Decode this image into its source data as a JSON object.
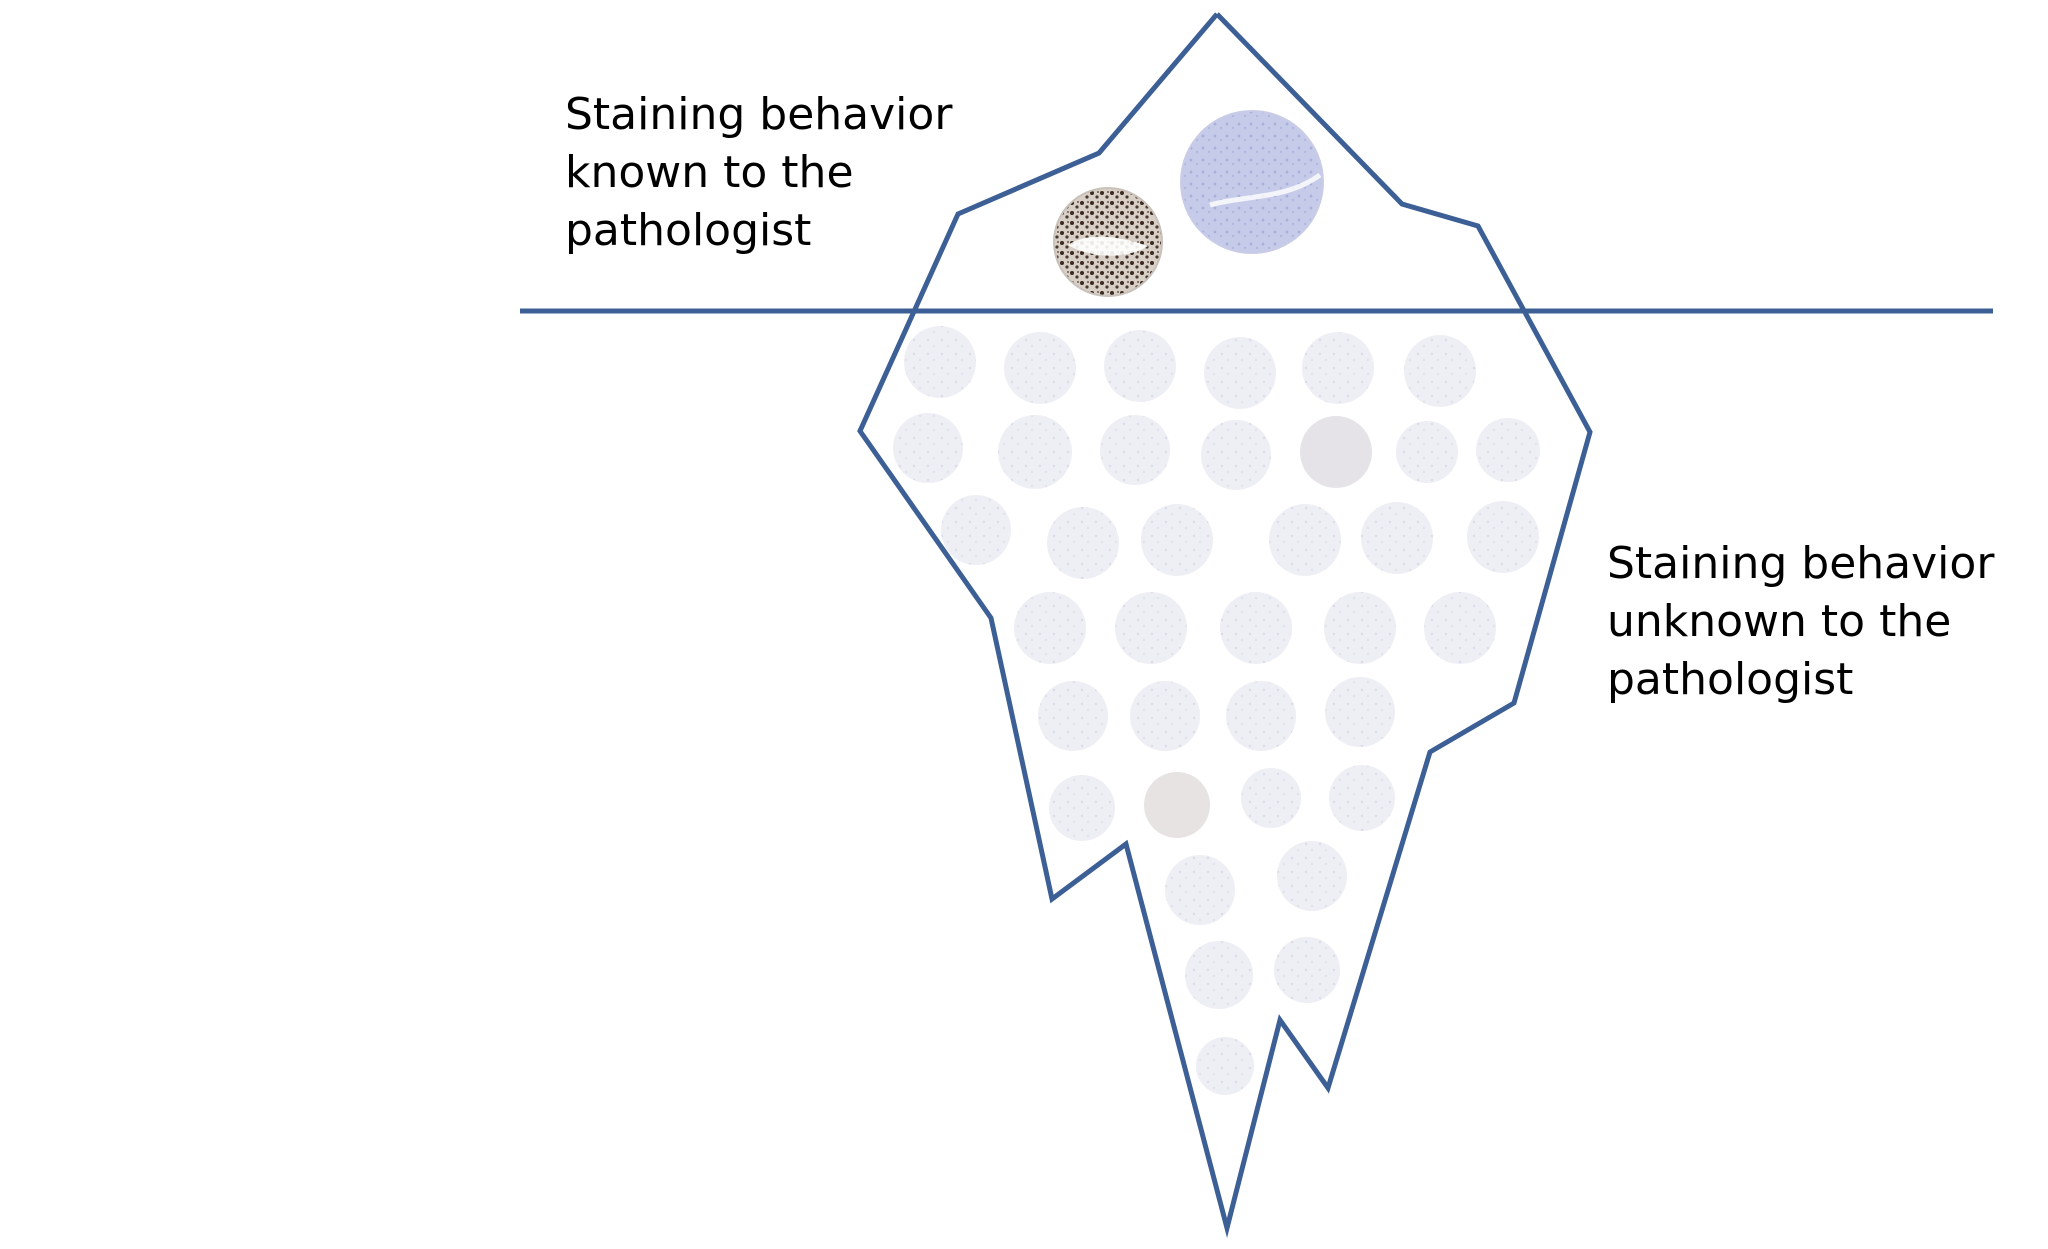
{
  "labels": {
    "known": [
      "Staining behavior",
      "known to the",
      "pathologist"
    ],
    "unknown": [
      "Staining behavior",
      "unknown to the",
      "pathologist"
    ]
  },
  "colors": {
    "outline": "#3c5f96",
    "waterline": "#3c5f96",
    "text": "#000000",
    "stained_core": "#5a4a3c",
    "blue_core": "#b8bde0",
    "faint_core": "#ebebf3"
  },
  "icons": {
    "iceberg": "iceberg-outline-icon",
    "tissue_core": "tissue-microarray-core-icon"
  }
}
